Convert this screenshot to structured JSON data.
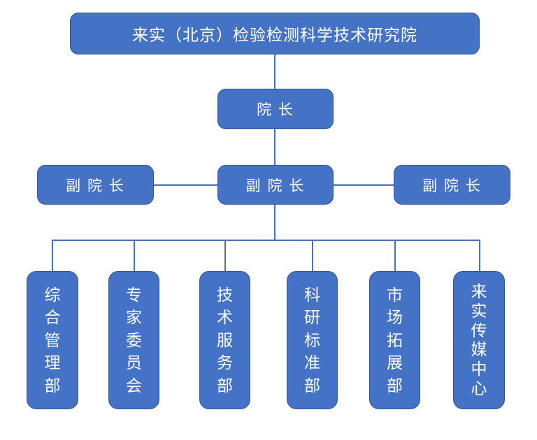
{
  "chart_title": "来实（北京）检验检测科学技术研究院",
  "nodes": {
    "institute": {
      "label": "来实（北京）检验检测科学技术研究院",
      "level": 1
    },
    "president": {
      "label": "院 长",
      "level": 2
    },
    "vice_presidents": [
      {
        "label": "副 院 长"
      },
      {
        "label": "副 院 长"
      },
      {
        "label": "副 院 长"
      }
    ],
    "departments": [
      {
        "label": "综合管理部"
      },
      {
        "label": "专家委员会"
      },
      {
        "label": "技术服务部"
      },
      {
        "label": "科研标准部"
      },
      {
        "label": "市场拓展部"
      },
      {
        "label": "来实传媒中心"
      }
    ]
  },
  "colors": {
    "background": "#FFFFFF",
    "box_fill": "#4472C4",
    "box_border": "#2F5597",
    "connector": "#4673B4",
    "text": "#FFFFFF"
  }
}
